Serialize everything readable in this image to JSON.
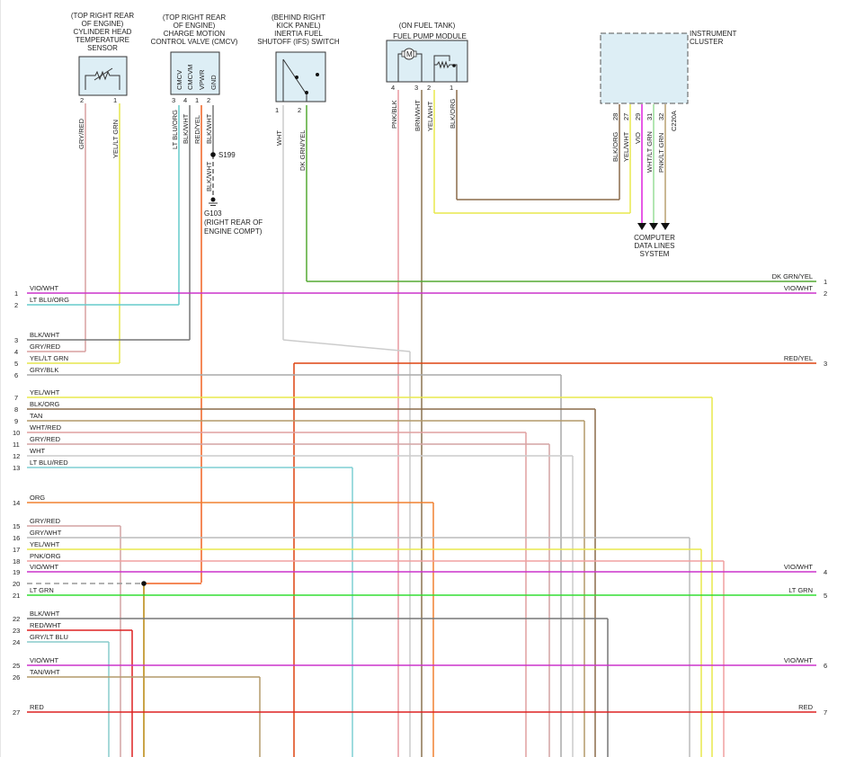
{
  "components": {
    "cht": {
      "lines": [
        "(TOP RIGHT REAR",
        "OF ENGINE)",
        "CYLINDER HEAD",
        "TEMPERATURE",
        "SENSOR"
      ],
      "pins": [
        "2",
        "1"
      ],
      "wires": [
        "GRY/RED",
        "YEL/LT GRN"
      ]
    },
    "cmcv": {
      "lines": [
        "(TOP RIGHT REAR",
        "OF ENGINE)",
        "CHARGE MOTION",
        "CONTROL VALVE (CMCV)"
      ],
      "pins": [
        "3",
        "4",
        "1",
        "2"
      ],
      "pin_names": [
        "CMCV",
        "CMCVM",
        "VPWR",
        "GND"
      ],
      "wires": [
        "LT BLU/ORG",
        "BLK/WHT",
        "RED/YEL",
        "BLK/WHT"
      ]
    },
    "splice": {
      "name": "S199",
      "wire": "BLK/WHT"
    },
    "ground": {
      "name": "G103",
      "lines": [
        "(RIGHT REAR OF",
        "ENGINE COMPT)"
      ]
    },
    "ifs": {
      "lines": [
        "(BEHIND RIGHT",
        "KICK PANEL)",
        "INERTIA FUEL",
        "SHUTOFF (IFS) SWITCH"
      ],
      "pins": [
        "1",
        "2"
      ],
      "wires": [
        "WHT",
        "DK GRN/YEL"
      ]
    },
    "fpm": {
      "lines": [
        "(ON FUEL TANK)",
        "FUEL PUMP MODULE"
      ],
      "pins": [
        "4",
        "3",
        "2",
        "1"
      ],
      "wires": [
        "PNK/BLK",
        "BRN/WHT",
        "YEL/WHT",
        "BLK/ORG"
      ],
      "motor": "M"
    },
    "ic": {
      "lines": [
        "INSTRUMENT",
        "CLUSTER"
      ],
      "pins": [
        "28",
        "27",
        "29",
        "31",
        "32"
      ],
      "connector": "C220A",
      "wires": [
        "BLK/ORG",
        "YEL/WHT",
        "VIO",
        "WHT/LT GRN",
        "PNK/LT GRN"
      ]
    },
    "cdl": {
      "lines": [
        "COMPUTER",
        "DATA LINES",
        "SYSTEM"
      ]
    }
  },
  "left_rows": [
    {
      "n": "1",
      "label": "VIO/WHT",
      "color": "#cc33cc"
    },
    {
      "n": "2",
      "label": "LT BLU/ORG",
      "color": "#66cccc"
    },
    {
      "n": "3",
      "label": "BLK/WHT",
      "color": "#777777"
    },
    {
      "n": "4",
      "label": "GRY/RED",
      "color": "#d9a0a0"
    },
    {
      "n": "5",
      "label": "YEL/LT GRN",
      "color": "#e6e64d"
    },
    {
      "n": "6",
      "label": "GRY/BLK",
      "color": "#aaaaaa"
    },
    {
      "n": "7",
      "label": "YEL/WHT",
      "color": "#e8e84d"
    },
    {
      "n": "8",
      "label": "BLK/ORG",
      "color": "#8b6b4a"
    },
    {
      "n": "9",
      "label": "TAN",
      "color": "#b49a6a"
    },
    {
      "n": "10",
      "label": "WHT/RED",
      "color": "#e0a0a0"
    },
    {
      "n": "11",
      "label": "GRY/RED",
      "color": "#d4a4a4"
    },
    {
      "n": "12",
      "label": "WHT",
      "color": "#cccccc"
    },
    {
      "n": "13",
      "label": "LT BLU/RED",
      "color": "#7fcfd4"
    },
    {
      "n": "14",
      "label": "ORG",
      "color": "#f08030"
    },
    {
      "n": "15",
      "label": "GRY/RED",
      "color": "#d4a4a4"
    },
    {
      "n": "16",
      "label": "GRY/WHT",
      "color": "#bbbbbb"
    },
    {
      "n": "17",
      "label": "YEL/WHT",
      "color": "#e8e84d"
    },
    {
      "n": "18",
      "label": "PNK/ORG",
      "color": "#f0a0a0"
    },
    {
      "n": "19",
      "label": "VIO/WHT",
      "color": "#cc33cc"
    },
    {
      "n": "20",
      "label": "",
      "color": "#999999"
    },
    {
      "n": "21",
      "label": "LT GRN",
      "color": "#33dd33"
    },
    {
      "n": "22",
      "label": "BLK/WHT",
      "color": "#777777"
    },
    {
      "n": "23",
      "label": "RED/WHT",
      "color": "#dd2222"
    },
    {
      "n": "24",
      "label": "GRY/LT BLU",
      "color": "#88cccc"
    },
    {
      "n": "25",
      "label": "VIO/WHT",
      "color": "#cc33cc"
    },
    {
      "n": "26",
      "label": "TAN/WHT",
      "color": "#b49a6a"
    },
    {
      "n": "27",
      "label": "RED",
      "color": "#dd2222"
    }
  ],
  "right_rows": [
    {
      "n": "1",
      "label": "DK GRN/YEL"
    },
    {
      "n": "2",
      "label": "VIO/WHT"
    },
    {
      "n": "3",
      "label": "RED/YEL"
    },
    {
      "n": "4",
      "label": "VIO/WHT"
    },
    {
      "n": "5",
      "label": "LT GRN"
    },
    {
      "n": "6",
      "label": "VIO/WHT"
    },
    {
      "n": "7",
      "label": "RED"
    }
  ]
}
